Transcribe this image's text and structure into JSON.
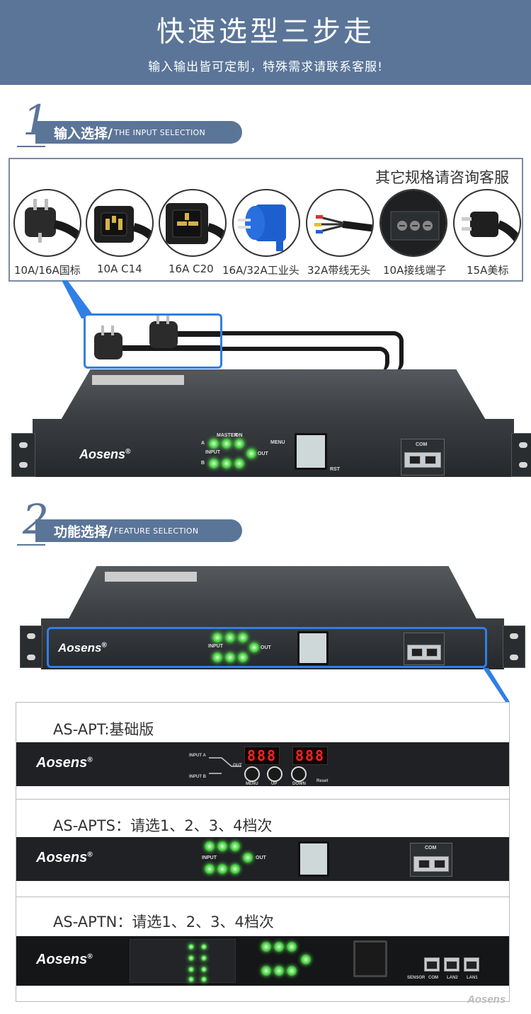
{
  "header": {
    "title": "快速选型三步走",
    "subtitle": "输入输出皆可定制，特殊需求请联系客服!"
  },
  "step1": {
    "number": "1",
    "title_cn": "输入选择/",
    "title_en": "THE INPUT SELECTION",
    "other_spec": "其它规格请咨询客服",
    "plugs": [
      {
        "label": "10A/16A国标",
        "icon": "cn-plug-icon"
      },
      {
        "label": "10A C14",
        "icon": "c14-plug-icon"
      },
      {
        "label": "16A C20",
        "icon": "c20-plug-icon"
      },
      {
        "label": "16A/32A工业头",
        "icon": "industrial-plug-icon"
      },
      {
        "label": "32A带线无头",
        "icon": "bare-wire-icon"
      },
      {
        "label": "10A接线端子",
        "icon": "terminal-block-icon"
      },
      {
        "label": "15A美标",
        "icon": "us-plug-icon"
      }
    ]
  },
  "step2": {
    "number": "2",
    "title_cn": "功能选择/",
    "title_en": "FEATURE SELECTION"
  },
  "device": {
    "brand": "Aosens",
    "reg": "®",
    "led_labels": {
      "master": "MASTER",
      "on": "ON",
      "input": "INPUT",
      "out": "OUT",
      "a": "A",
      "b": "B"
    },
    "menu": "MENU",
    "rst": "RST",
    "com": "COM"
  },
  "versions": [
    {
      "title": "AS-APT:基础版",
      "seg1": "888",
      "seg2": "888",
      "input_a": "INPUT A",
      "input_b": "INPUT B",
      "out": "OUT",
      "menu": "MENU",
      "up": "UP",
      "down": "DOWN",
      "reset": "Reset"
    },
    {
      "title": "AS-APTS：请选1、2、3、4档次"
    },
    {
      "title": "AS-APTN：请选1、2、3、4档次",
      "sensor": "SENSOR",
      "com": "COM",
      "lan2": "LAN2",
      "lan1": "LAN1"
    }
  ],
  "watermark": "Aosens",
  "colors": {
    "banner": "#5b7598",
    "highlight": "#2f7fe6",
    "led": "#3ec83a"
  }
}
